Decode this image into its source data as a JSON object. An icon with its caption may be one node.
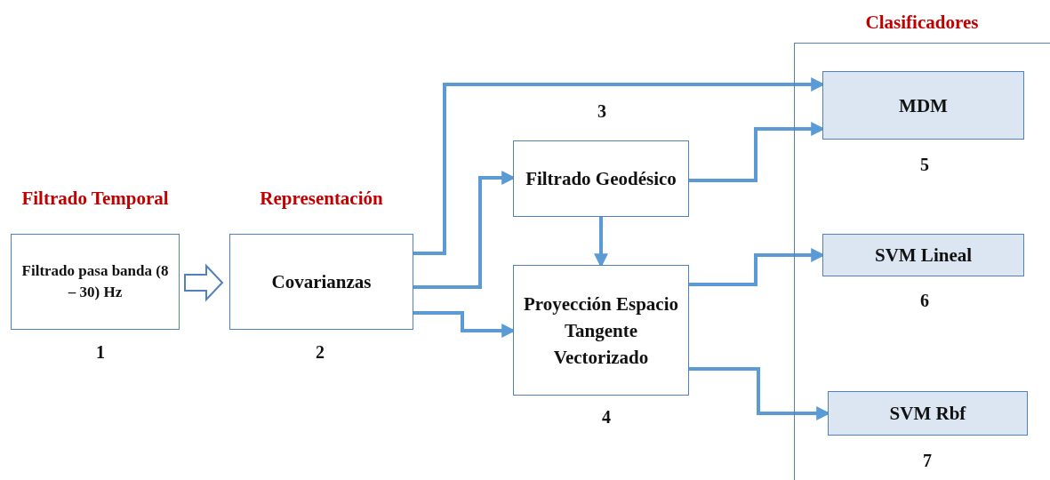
{
  "diagram": {
    "nodes": [
      {
        "text": [
          "Filtrado Temporal",
          "Filtrado pasa banda (8 – 30) Hz"
        ],
        "beside": [
          "1"
        ]
      },
      {
        "text": [
          "Representación",
          "Covarianzas"
        ],
        "beside": [
          "2"
        ]
      },
      {
        "text": [
          "Filtrado Geodésico"
        ],
        "beside": [
          "3"
        ]
      },
      {
        "text": [
          "Proyección Espacio Tangente Vectorizado"
        ],
        "beside": [
          "4"
        ]
      },
      {
        "text": [
          "Clasificadores"
        ]
      },
      {
        "text": [
          "MDM"
        ],
        "in": 4,
        "beside": [
          "5"
        ]
      },
      {
        "text": [
          "SVM Lineal"
        ],
        "in": 4,
        "beside": [
          "6"
        ]
      },
      {
        "text": [
          "SVM Rbf"
        ],
        "in": 4,
        "beside": [
          "7"
        ]
      }
    ],
    "edges": [
      {
        "from": 0,
        "to": 1,
        "arrow": "to",
        "color": "#4f81bd"
      },
      {
        "from": 1,
        "to": 5,
        "arrow": "to"
      },
      {
        "from": 1,
        "to": 2,
        "arrow": "to"
      },
      {
        "from": 1,
        "to": 3,
        "arrow": "to"
      },
      {
        "from": 2,
        "to": 3,
        "arrow": "to"
      },
      {
        "from": 2,
        "to": 5,
        "arrow": "to"
      },
      {
        "from": 3,
        "to": 6,
        "arrow": "to"
      },
      {
        "from": 3,
        "to": 7,
        "arrow": "to"
      }
    ]
  }
}
